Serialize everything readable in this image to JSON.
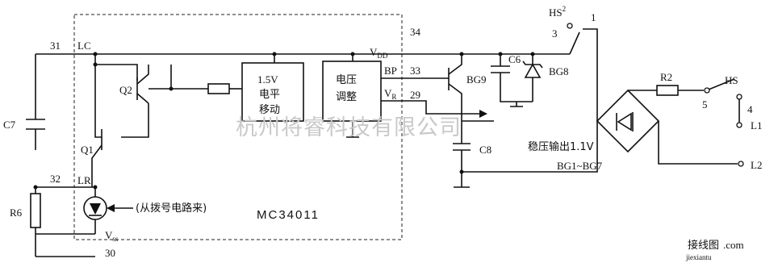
{
  "chip": {
    "name": "MC34011"
  },
  "pins": {
    "lc": "31",
    "pin34": "34",
    "pin33": "33",
    "pin29": "29",
    "lr": "32",
    "vss_pin": "30"
  },
  "chip_labels": {
    "lc": "LC",
    "lr": "LR",
    "vdd": "V",
    "vdd_sub": "DD",
    "bp": "BP",
    "vr": "V",
    "vr_sub": "R",
    "vss": "V",
    "vss_sub": "ss"
  },
  "blocks": {
    "level_shift": [
      "1.5V",
      "电平",
      "移动"
    ],
    "voltage_reg": [
      "电压",
      "调整"
    ]
  },
  "components": {
    "c7": "C7",
    "q2": "Q2",
    "q1": "Q1",
    "r6": "R6",
    "bg9": "BG9",
    "c6": "C6",
    "bg8": "BG8",
    "c8": "C8",
    "r2": "R2",
    "bridge": "BG1~BG7"
  },
  "switches": {
    "hs_top": "HS",
    "hs_top_sub": "2",
    "hs": "HS",
    "n1": "1",
    "n3": "3",
    "n4": "4",
    "n5": "5"
  },
  "lines": {
    "l1": "L1",
    "l2": "L2"
  },
  "notes": {
    "dial_input": "(从拨号电路来)",
    "regulated_output": "稳压输出1.1V"
  },
  "watermark": {
    "company": "杭州将睿科技有限公司",
    "site": "接线图",
    "site_domain": ".com",
    "url": "jiexiantu"
  }
}
